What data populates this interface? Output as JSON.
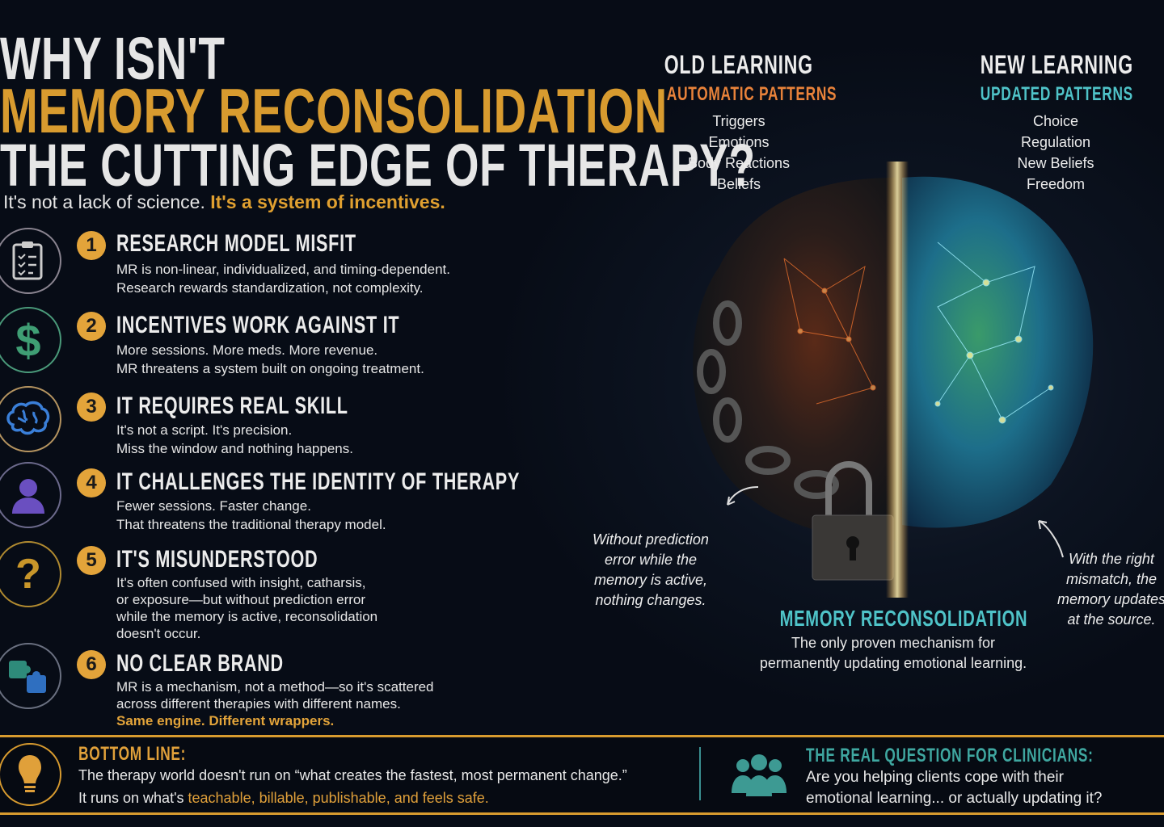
{
  "title": {
    "line1": "WHY ISN'T",
    "line2": "MEMORY RECONSOLIDATION",
    "line3": "THE CUTTING EDGE OF THERAPY?"
  },
  "subtitle": {
    "plain": "It's not a lack of science.",
    "highlight": "It's a system of incentives."
  },
  "items": [
    {
      "number": "1",
      "icon": "clipboard-checklist-icon",
      "heading": "RESEARCH MODEL MISFIT",
      "lines": [
        "MR is non-linear, individualized, and timing-dependent.",
        "Research rewards standardization, not complexity."
      ]
    },
    {
      "number": "2",
      "icon": "dollar-icon",
      "heading": "INCENTIVES WORK AGAINST IT",
      "lines": [
        "More sessions. More meds. More revenue.",
        "MR threatens a system built on ongoing treatment."
      ]
    },
    {
      "number": "3",
      "icon": "brain-icon",
      "heading": "IT REQUIRES REAL SKILL",
      "lines": [
        "It's not a script. It's precision.",
        "Miss the window and nothing happens."
      ]
    },
    {
      "number": "4",
      "icon": "person-icon",
      "heading": "IT CHALLENGES THE IDENTITY OF THERAPY",
      "lines": [
        "Fewer sessions. Faster change.",
        "That threatens the traditional therapy model."
      ]
    },
    {
      "number": "5",
      "icon": "question-mark-icon",
      "heading": "IT'S MISUNDERSTOOD",
      "lines": [
        "It's often confused with insight, catharsis,",
        "or exposure—but without prediction error",
        "while the memory is active, reconsolidation",
        "doesn't occur."
      ]
    },
    {
      "number": "6",
      "icon": "puzzle-icon",
      "heading": "NO CLEAR BRAND",
      "lines": [
        "MR is a mechanism, not a method—so it's scattered",
        "across different therapies with different names."
      ],
      "highlight": "Same engine. Different wrappers."
    }
  ],
  "old_learning": {
    "title": "OLD LEARNING",
    "subtitle": "AUTOMATIC PATTERNS",
    "items": [
      "Triggers",
      "Emotions",
      "Body Reactions",
      "Beliefs"
    ]
  },
  "new_learning": {
    "title": "NEW LEARNING",
    "subtitle": "UPDATED PATTERNS",
    "items": [
      "Choice",
      "Regulation",
      "New Beliefs",
      "Freedom"
    ]
  },
  "note_left": [
    "Without prediction",
    "error while the",
    "memory is active,",
    "nothing changes."
  ],
  "note_right": [
    "With the right",
    "mismatch, the",
    "memory updates",
    "at the source."
  ],
  "center": {
    "title": "MEMORY RECONSOLIDATION",
    "lines": [
      "The only proven mechanism for",
      "permanently updating emotional learning."
    ]
  },
  "bottom_line": {
    "title": "BOTTOM LINE:",
    "line1": "The therapy world doesn't run on “what creates the fastest, most permanent change.”",
    "line2_plain": "It runs on what's ",
    "line2_highlight": "teachable, billable, publishable, and feels safe."
  },
  "real_question": {
    "title": "THE REAL QUESTION FOR CLINICIANS:",
    "lines": [
      "Are you helping clients cope with their",
      "emotional learning... or actually updating it?"
    ]
  },
  "colors": {
    "gold": "#d89b2f",
    "orange": "#e8823a",
    "teal": "#4fc3c8",
    "background": "#070c16"
  }
}
